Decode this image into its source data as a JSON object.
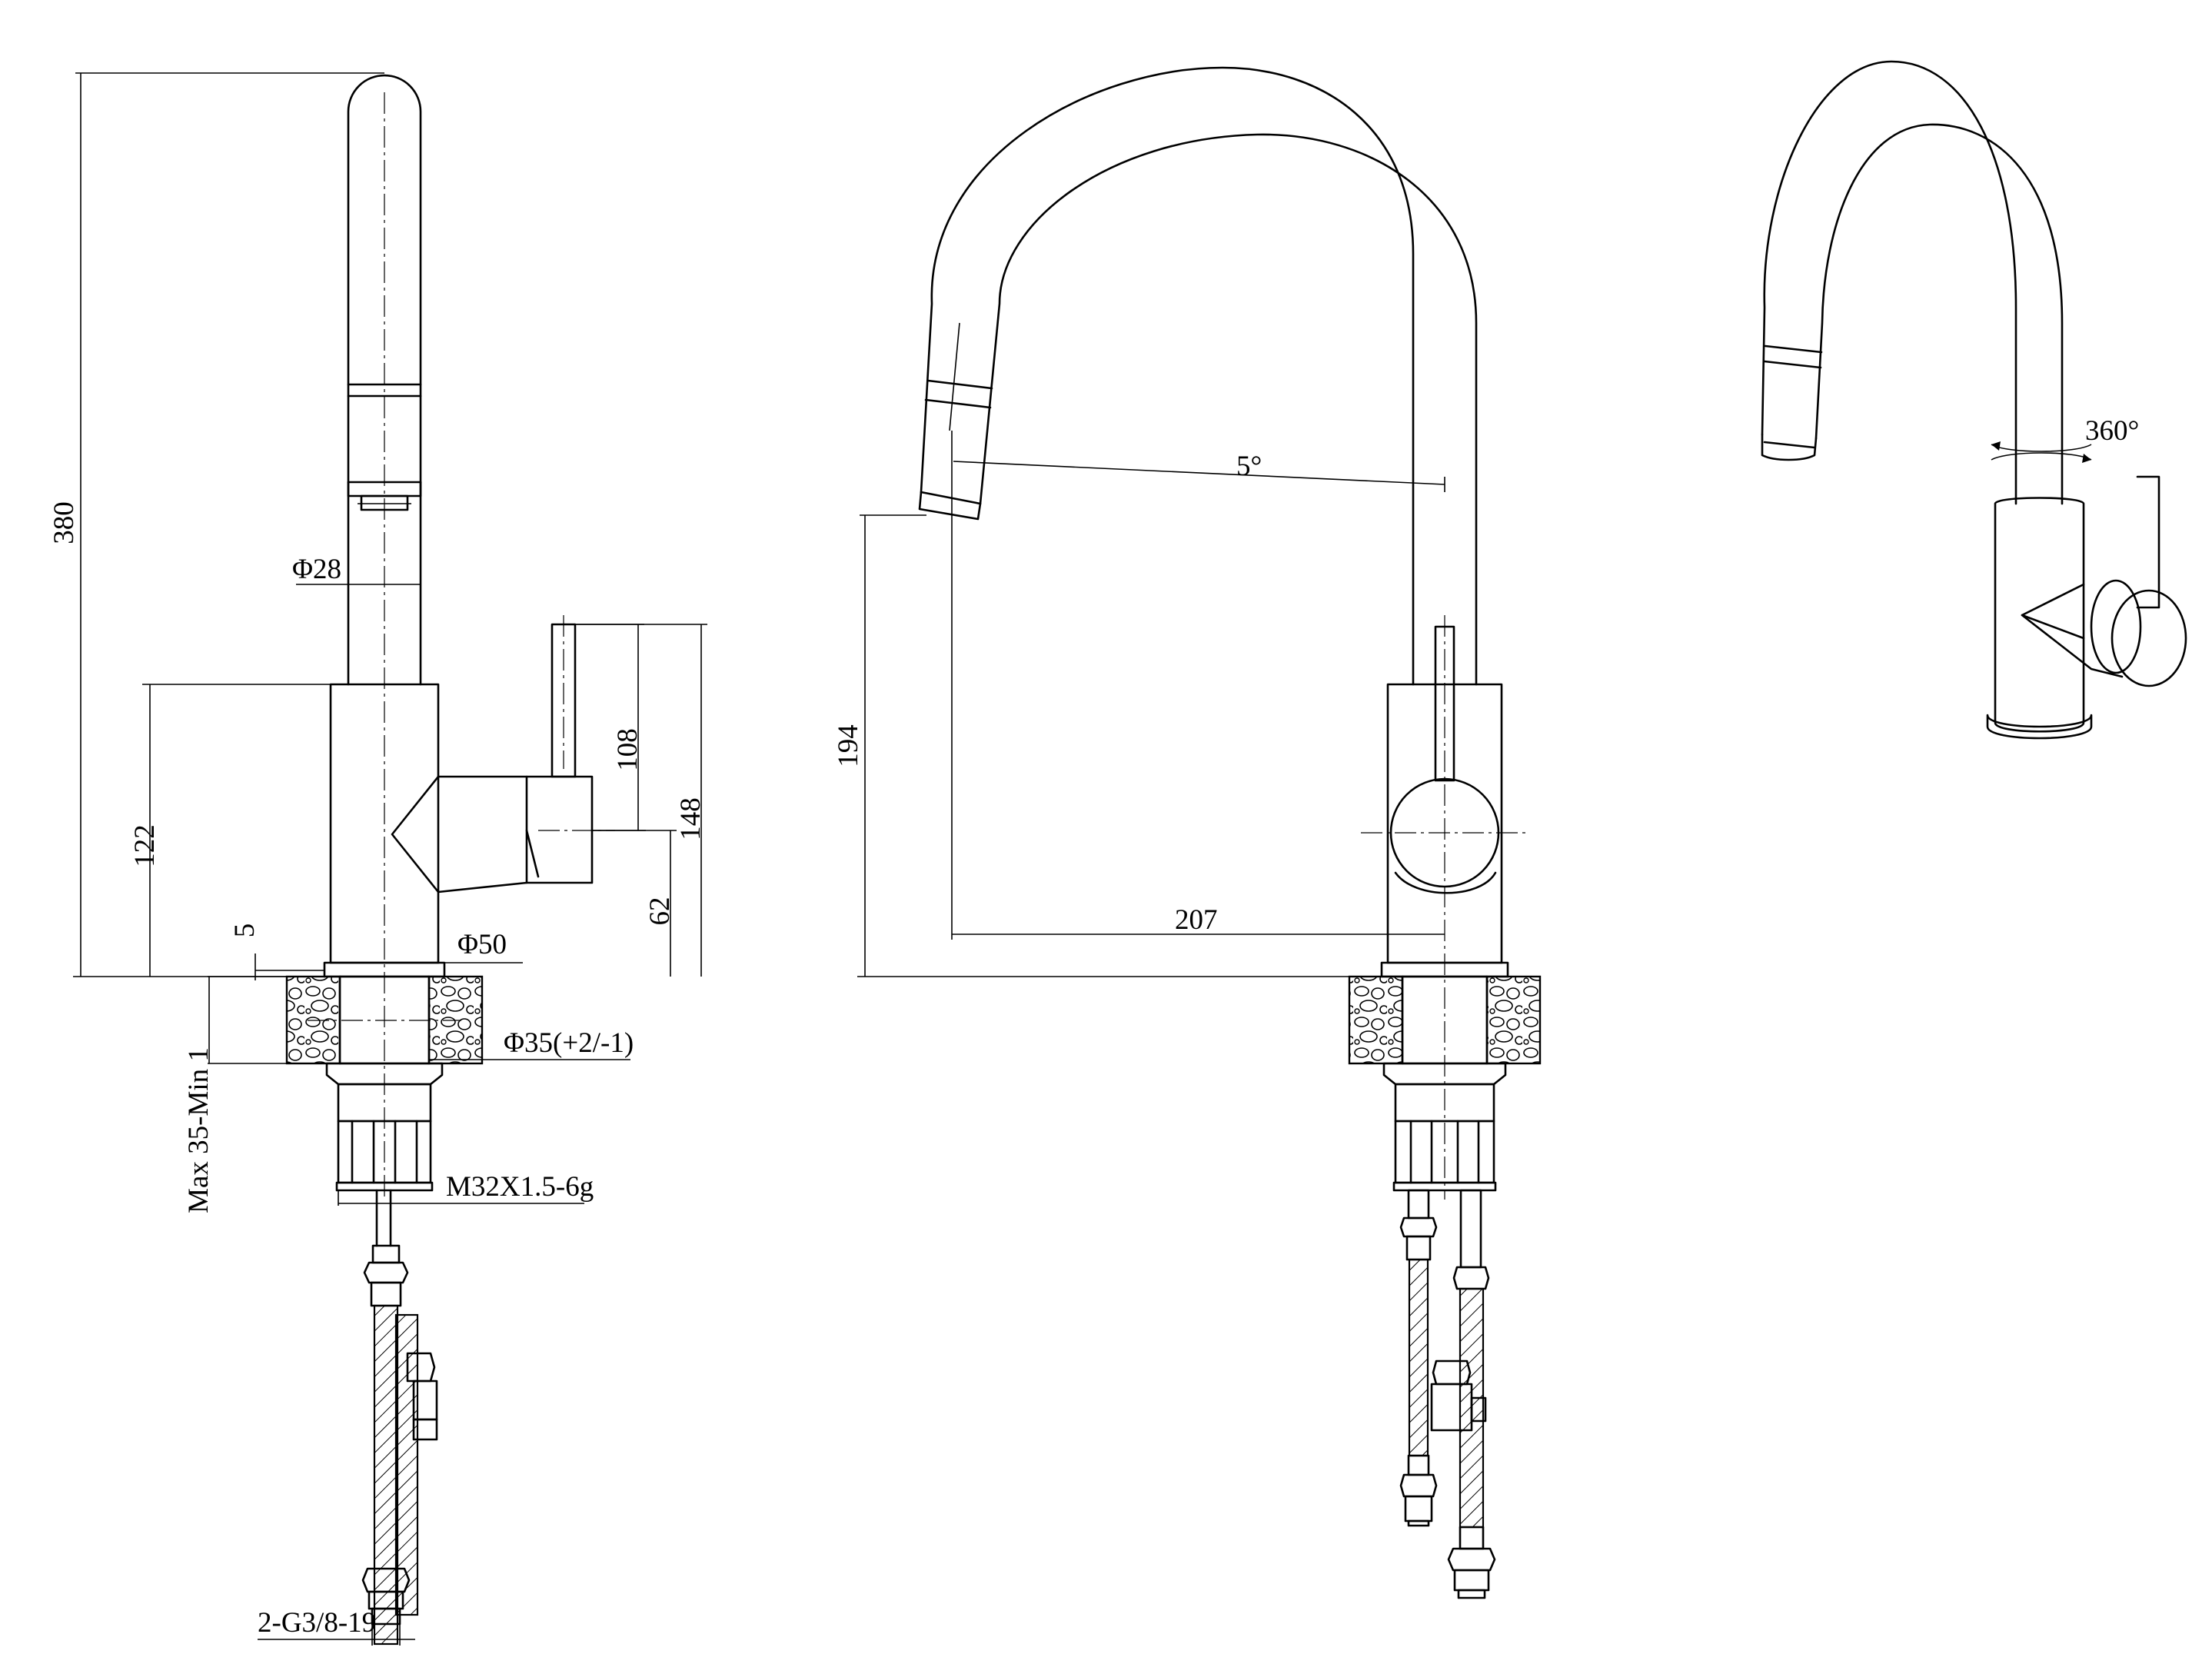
{
  "views": {
    "side": {
      "total_height": "380",
      "spout_diameter": "Φ28",
      "body_height": "122",
      "handle_height": "108",
      "overall_handle_height": "148",
      "handle_base_height": "62",
      "ring_offset": "5",
      "base_diameter": "Φ50",
      "hole_diameter": "Φ35(+2/-1)",
      "deck_thickness": "Max 35-Min 1",
      "thread": "M32X1.5-6g",
      "hose_connection": "2-G3/8-19"
    },
    "front": {
      "spout_height": "194",
      "spout_reach": "207",
      "spout_angle": "5°"
    },
    "perspective": {
      "rotation": "360°"
    }
  }
}
